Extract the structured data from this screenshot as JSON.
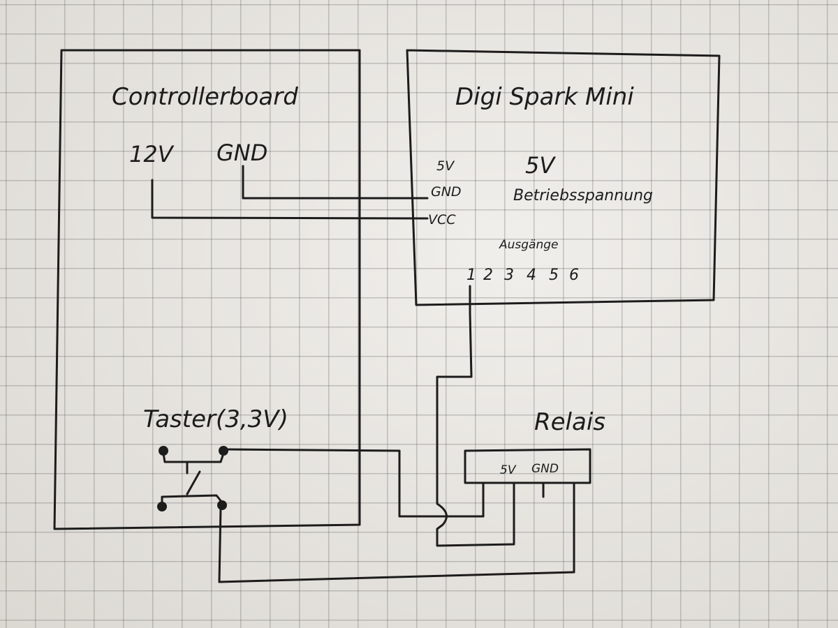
{
  "controllerboard": {
    "title": "Controllerboard",
    "pin_12v": "12V",
    "pin_gnd": "GND"
  },
  "digispark": {
    "title": "Digi Spark Mini",
    "pin_5v": "5V",
    "pin_gnd": "GND",
    "pin_vcc": "VCC",
    "voltage": "5V",
    "voltage_caption": "Betriebsspannung",
    "outputs_label": "Ausgänge",
    "outputs": [
      "1",
      "2",
      "3",
      "4",
      "5",
      "6"
    ]
  },
  "taster": {
    "label": "Taster(3,3V)"
  },
  "relais": {
    "title": "Relais",
    "pin_5v": "5V",
    "pin_gnd": "GND"
  },
  "colors": {
    "paper": "#e9e6e0",
    "grid": "#8a8a8a",
    "ink": "#1c1c1c"
  }
}
